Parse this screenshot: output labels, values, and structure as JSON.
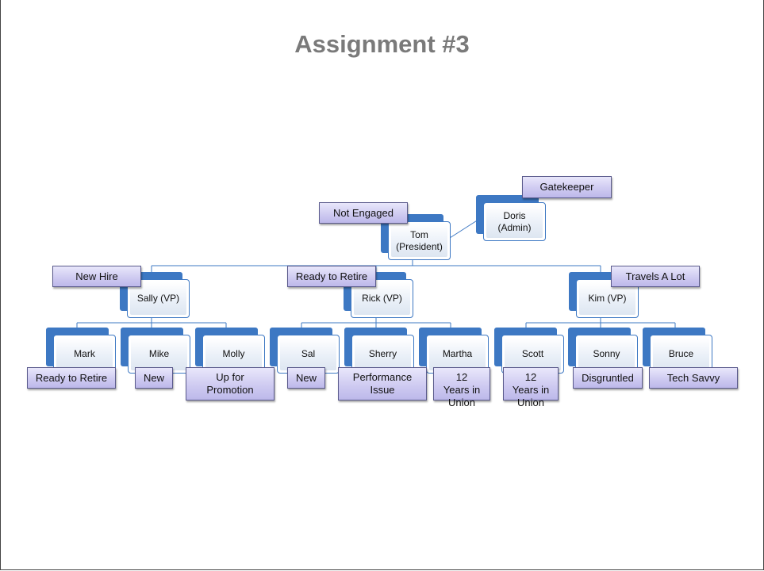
{
  "title": "Assignment #3",
  "people": {
    "tom": "Tom\n(President)",
    "doris": "Doris\n(Admin)",
    "sally": "Sally (VP)",
    "rick": "Rick (VP)",
    "kim": "Kim (VP)",
    "mark": "Mark",
    "mike": "Mike",
    "molly": "Molly",
    "sal": "Sal",
    "sherry": "Sherry",
    "martha": "Martha",
    "scott": "Scott",
    "sonny": "Sonny",
    "bruce": "Bruce"
  },
  "notes": {
    "gatekeeper": "Gatekeeper",
    "not_engaged": "Not Engaged",
    "new_hire": "New Hire",
    "ready_to_retire_rick": "Ready to Retire",
    "travels_a_lot": "Travels A Lot",
    "ready_to_retire_mark": "Ready to Retire",
    "new_mike": "New",
    "up_for_promotion": "Up for\nPromotion",
    "new_sal": "New",
    "performance_issue": "Performance\nIssue",
    "years_in_union_martha": "12\nYears in\nUnion",
    "years_in_union_scott": "12\nYears in\nUnion",
    "disgruntled": "Disgruntled",
    "tech_savvy": "Tech Savvy"
  }
}
